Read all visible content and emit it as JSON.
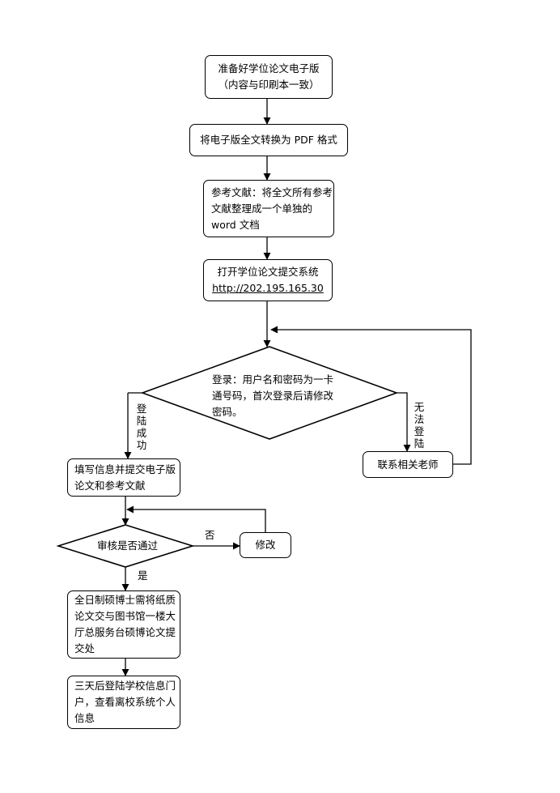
{
  "steps": {
    "prepare": [
      "准备好学位论文电子版",
      "（内容与印刷本一致）"
    ],
    "convert": [
      "将电子版全文转换为 PDF 格式"
    ],
    "references": [
      "参考文献：将全文所有参考",
      "文献整理成一个单独的",
      "word 文档"
    ],
    "open_system": [
      "打开学位论文提交系统",
      "http://202.195.165.30"
    ],
    "login_decision": [
      "登录：用户名和密码为一卡",
      "通号码，首次登录后请修改",
      "密码。"
    ],
    "contact_teacher": [
      "联系相关老师"
    ],
    "fill_submit": [
      "填写信息并提交电子版",
      "论文和参考文献"
    ],
    "review_decision": [
      "审核是否通过"
    ],
    "revise": [
      "修改"
    ],
    "deliver_paper": [
      "全日制硕博士需将纸质",
      "论文交与图书馆一楼大",
      "厅总服务台硕博论文提",
      "交处"
    ],
    "check_info": [
      "三天后登陆学校信息门",
      "户，查看离校系统个人",
      "信息"
    ]
  },
  "labels": {
    "login_success": [
      "登",
      "陆",
      "成",
      "功"
    ],
    "login_fail": [
      "无",
      "法",
      "登",
      "陆"
    ],
    "review_no": "否",
    "review_yes": "是"
  }
}
